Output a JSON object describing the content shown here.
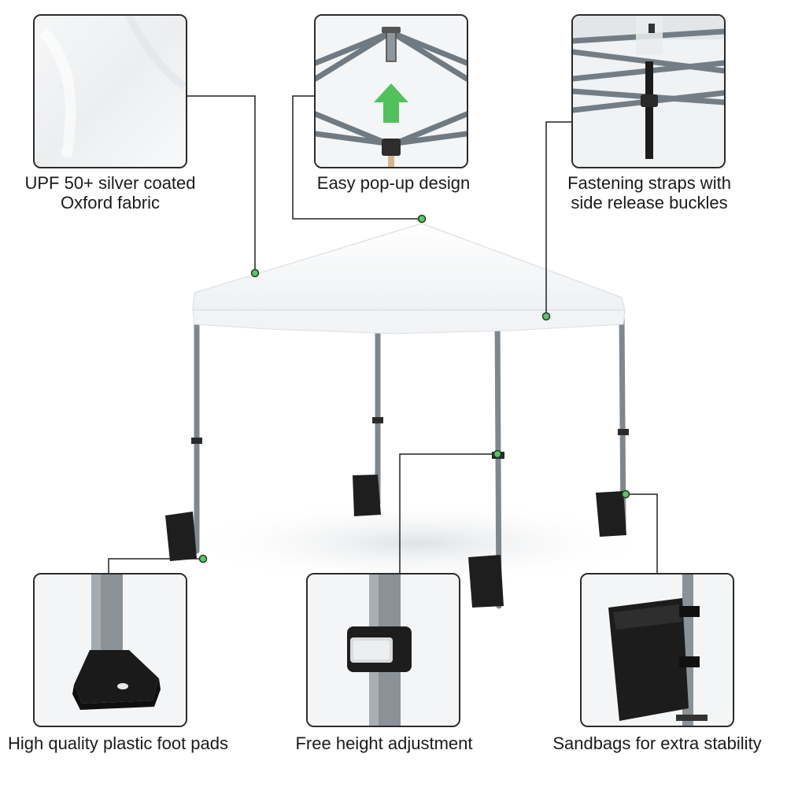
{
  "features": {
    "fabric": {
      "line1": "UPF 50+ silver coated",
      "line2": "Oxford fabric"
    },
    "popup": {
      "label": "Easy pop-up design"
    },
    "straps": {
      "line1": "Fastening straps with",
      "line2": "side release buckles"
    },
    "footpads": {
      "label": "High quality plastic foot pads"
    },
    "height": {
      "label": "Free height adjustment"
    },
    "sandbags": {
      "label": "Sandbags for extra stability"
    }
  },
  "colors": {
    "canopy": "#f7f8f9",
    "frame": "#8a9198",
    "callout_dot": "#5cc466",
    "arrow": "#4fc35a",
    "sandbag": "#1e1e1e"
  },
  "icons": [
    "up-arrow-icon",
    "buckle-icon"
  ]
}
